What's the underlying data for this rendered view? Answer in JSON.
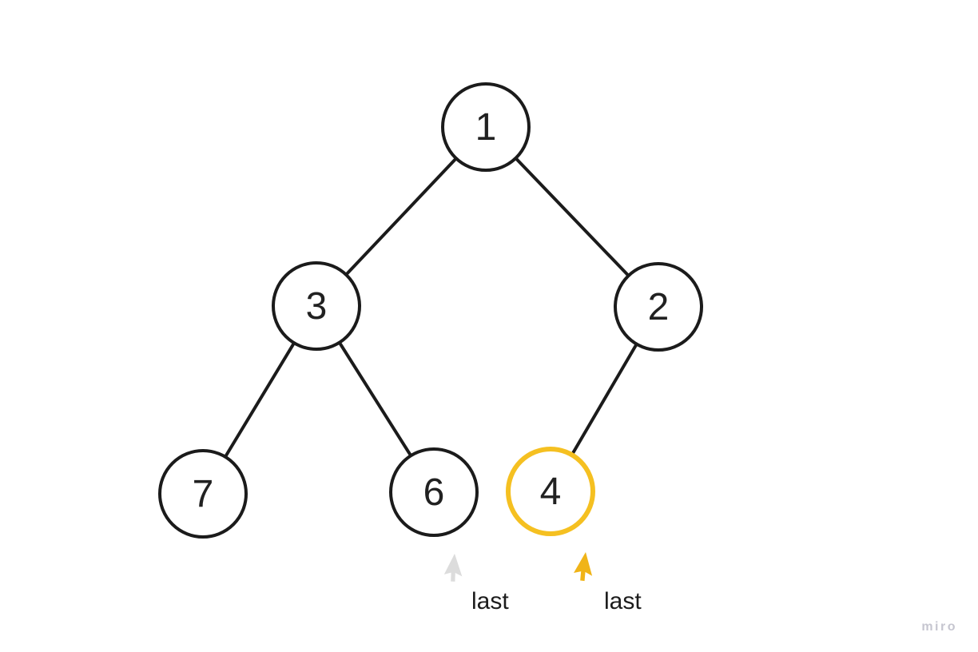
{
  "board": {
    "watermark": "miro"
  },
  "tree": {
    "nodes": [
      {
        "id": "1",
        "value": "1",
        "highlighted": false
      },
      {
        "id": "3",
        "value": "3",
        "highlighted": false
      },
      {
        "id": "2",
        "value": "2",
        "highlighted": false
      },
      {
        "id": "7",
        "value": "7",
        "highlighted": false
      },
      {
        "id": "6",
        "value": "6",
        "highlighted": false
      },
      {
        "id": "4",
        "value": "4",
        "highlighted": true
      }
    ],
    "edges": [
      {
        "from": "1",
        "to": "3"
      },
      {
        "from": "1",
        "to": "2"
      },
      {
        "from": "3",
        "to": "7"
      },
      {
        "from": "3",
        "to": "6"
      },
      {
        "from": "2",
        "to": "4"
      }
    ]
  },
  "annotations": {
    "pointers": [
      {
        "label": "last",
        "color": "#dcdcdc",
        "points_at": "6"
      },
      {
        "label": "last",
        "color": "#f0b418",
        "points_at": "4"
      }
    ]
  },
  "colors": {
    "node_stroke": "#1b1b1b",
    "edge_stroke": "#1b1b1b",
    "highlight_stroke": "#f5c021",
    "gray_cursor": "#dcdcdc",
    "yellow_cursor": "#f0b418"
  }
}
